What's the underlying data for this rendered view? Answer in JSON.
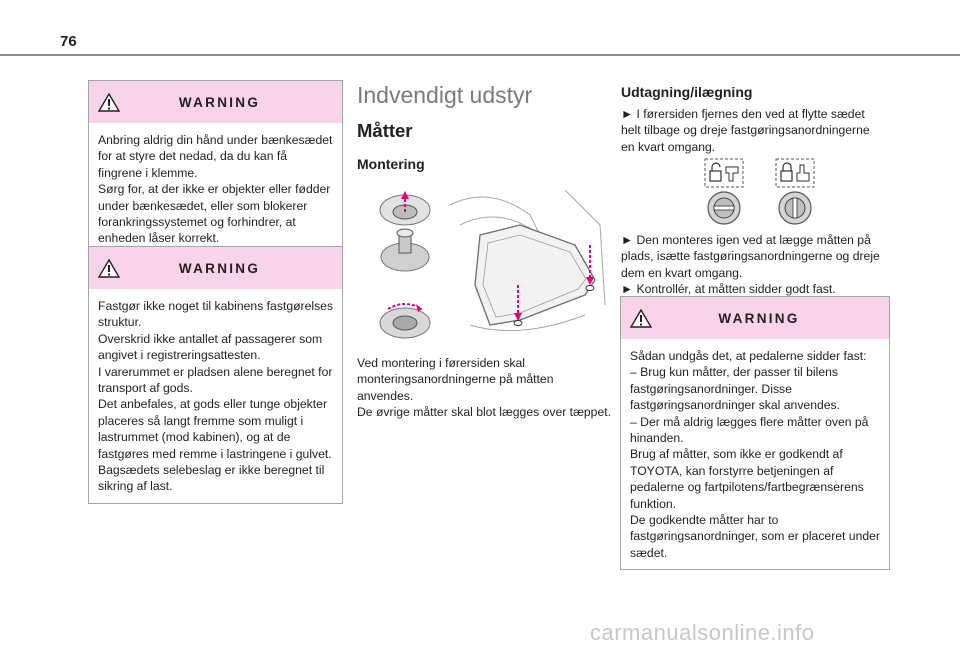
{
  "page": {
    "number": "76"
  },
  "warning_label": "WARNING",
  "left_column": {
    "warning1": {
      "title": "WARNING",
      "paragraphs": [
        "Anbring aldrig din hånd under bænkesædet for at styre det nedad, da du kan få fingrene i klemme.",
        "Sørg for, at der ikke er objekter eller fødder under bænkesædet, eller som blokerer forankringssystemet og forhindrer, at enheden låser korrekt."
      ]
    },
    "warning2": {
      "title": "WARNING",
      "paragraphs": [
        "Fastgør ikke noget til kabinens fastgørelses struktur.",
        "Overskrid ikke antallet af passagerer som angivet i registreringsattesten.",
        "I varerummet er pladsen alene beregnet for transport af gods.",
        "Det anbefales, at gods eller tunge objekter placeres så langt fremme som muligt i lastrummet (mod kabinen), og at de fastgøres med remme i lastringene i gulvet.",
        "Bagsædets selebeslag er ikke beregnet til sikring af last."
      ]
    }
  },
  "middle_column": {
    "section_title": "Indvendigt udstyr",
    "subsection_title": "Måtter",
    "heading": "Montering",
    "body": [
      "Ved montering i førersiden skal monteringsanordningerne på måtten anvendes.",
      "De øvrige måtter skal blot lægges over tæppet."
    ]
  },
  "right_column": {
    "heading": "Udtagning/ilægning",
    "step1": "► I førersiden fjernes den ved at flytte sædet helt tilbage og dreje fastgøringsanordningerne en kvart omgang.",
    "step2": "► Den monteres igen ved at lægge måtten på plads, isætte fastgøringsanordningerne og dreje dem en kvart omgang.",
    "step3": "► Kontrollér, at måtten sidder godt fast.",
    "warning3": {
      "title": "WARNING",
      "paragraphs": [
        "Sådan undgås det, at pedalerne sidder fast:",
        "– Brug kun måtter, der passer til bilens fastgøringsanordninger. Disse fastgøringsanordninger skal anvendes.",
        "– Der må aldrig lægges flere måtter oven på hinanden.",
        "Brug af måtter, som ikke er godkendt af TOYOTA, kan forstyrre betjeningen af pedalerne og fartpilotens/fartbegrænserens funktion.",
        "De godkendte måtter har to fastgøringsanordninger, som er placeret under sædet."
      ]
    }
  },
  "watermark": "carmanualsonline.info",
  "colors": {
    "warning_header_bg": "#f9d2ec",
    "accent_magenta": "#e6007e",
    "heading_grey": "#7a7a7a"
  },
  "icons": [
    "warning-triangle-icon",
    "padlock-unlocked-icon",
    "padlock-locked-icon",
    "fastener-dial-icon"
  ]
}
